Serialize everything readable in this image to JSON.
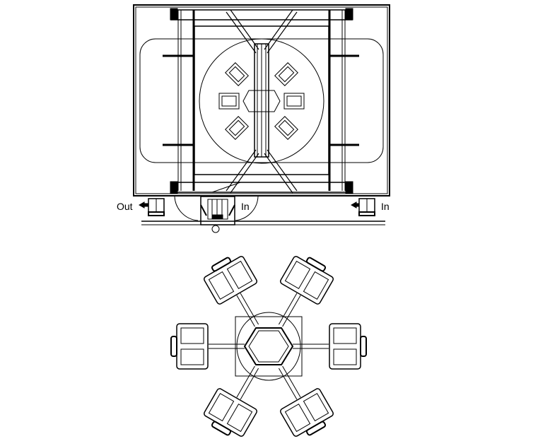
{
  "diagram": {
    "type": "architectural plan view",
    "subject": "rotating amusement ride with six seats",
    "colors": {
      "line": "#000000",
      "background": "#ffffff"
    },
    "top_view": {
      "labels": {
        "out_left": "Out",
        "in_center": "In",
        "in_right": "In"
      },
      "seat_count": 6
    },
    "detail_view": {
      "seat_count": 6,
      "hub_shape": "hexagon"
    }
  }
}
